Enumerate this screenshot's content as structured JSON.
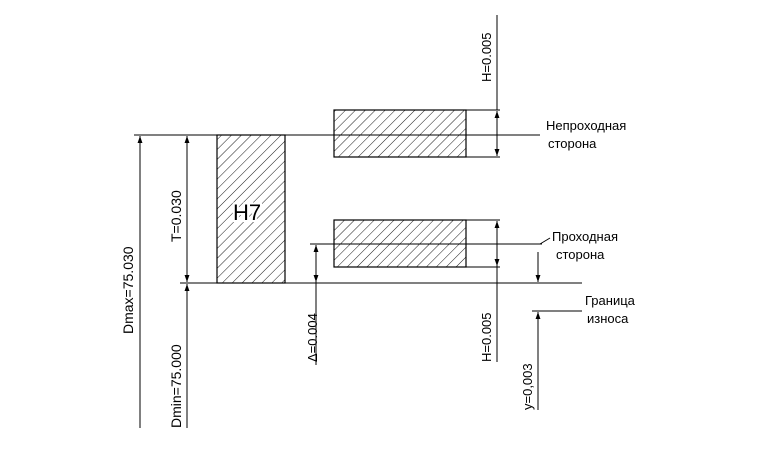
{
  "diagram": {
    "hole_field": {
      "label": "H7"
    },
    "labels": {
      "dmax": "Dmax=75.030",
      "dmin": "Dmin=75.000",
      "tolerance": "T=0.030",
      "h_top": "H=0.005",
      "h_bottom": "H=0.005",
      "delta": "Δ=0.004",
      "y": "y=0,003"
    },
    "annotations": {
      "no_go_line1": "Непроходная",
      "no_go_line2": "сторона",
      "go_line1": "Проходная",
      "go_line2": "сторона",
      "wear_line1": "Граница",
      "wear_line2": "износа"
    }
  }
}
